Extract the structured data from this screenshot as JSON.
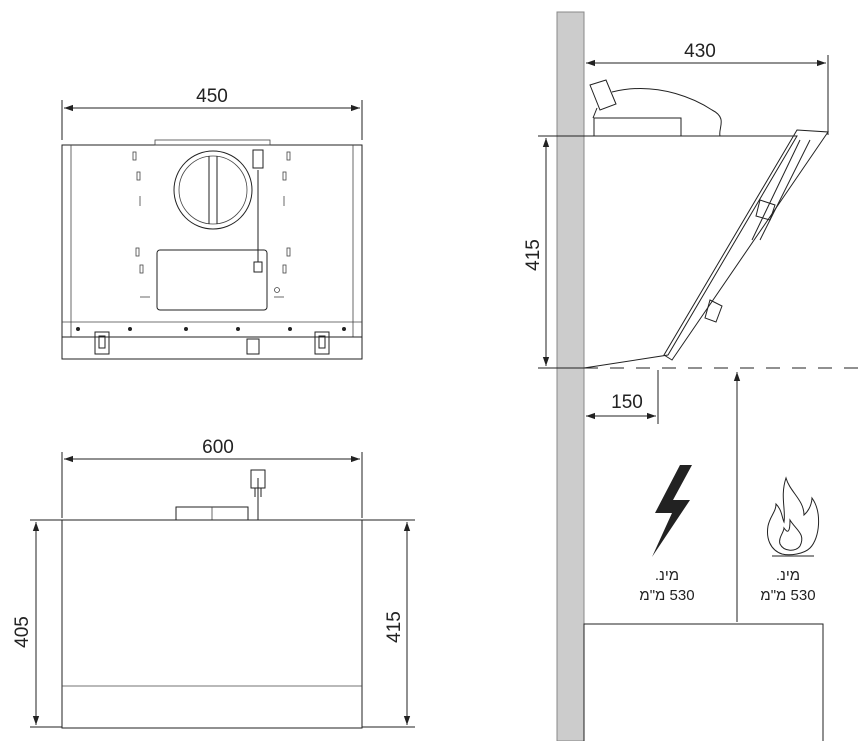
{
  "top_view": {
    "width_label": "450"
  },
  "front_view": {
    "width_label": "600",
    "left_height_label": "405",
    "right_height_label": "415"
  },
  "side_view": {
    "depth_label": "430",
    "height_label": "415",
    "wall_offset_label": "150",
    "electric_min": {
      "label_line1": "מינ.",
      "label_line2": "530 מ\"מ",
      "icon": "lightning-icon"
    },
    "gas_min": {
      "label_line1": "מינ.",
      "label_line2": "530 מ\"מ",
      "icon": "flame-icon"
    }
  },
  "colors": {
    "wall": "#cccccc",
    "line": "#222222"
  }
}
